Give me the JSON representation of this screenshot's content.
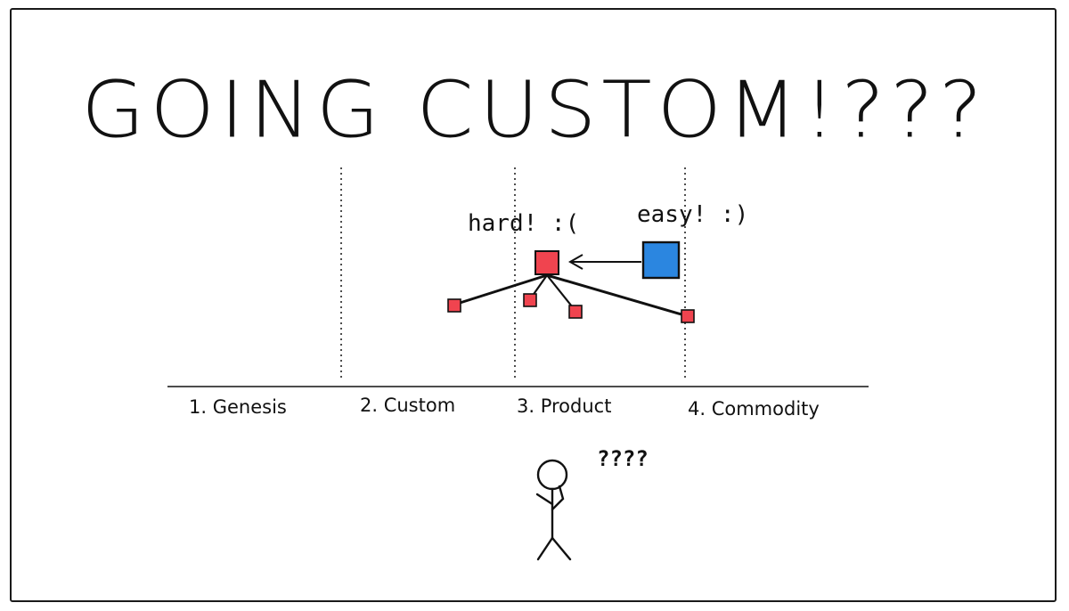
{
  "title": "GOING CUSTOM!???",
  "stages": [
    "1. Genesis",
    "2. Custom",
    "3. Product",
    "4. Commodity"
  ],
  "labels": {
    "hard": "hard! :(",
    "easy": "easy! :)",
    "thinking": "????"
  },
  "colors": {
    "red_node": "#f0444f",
    "blue_node": "#2b86e0",
    "ink": "#111111"
  },
  "nodes": {
    "main": "red-square",
    "source": "blue-square",
    "children": [
      "red-square",
      "red-square",
      "red-square",
      "red-square"
    ]
  }
}
